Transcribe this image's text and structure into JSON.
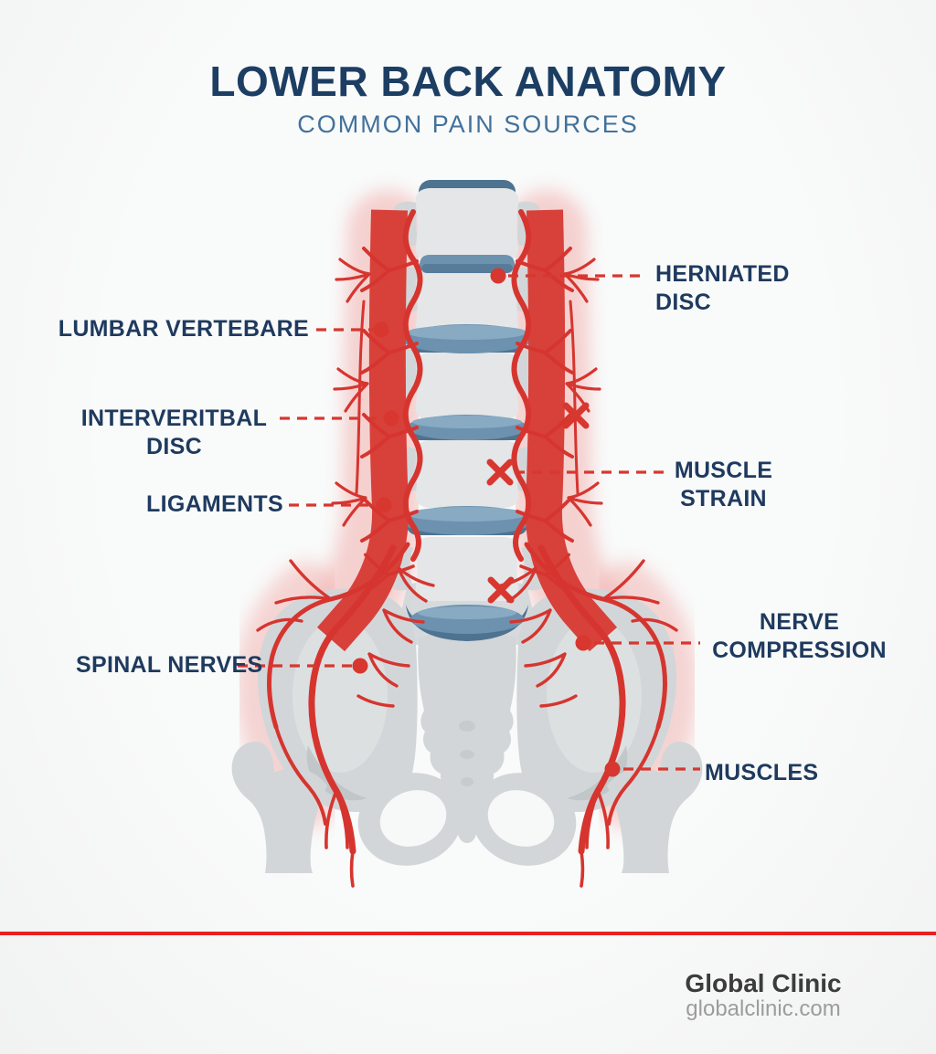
{
  "header": {
    "title": "LOWER BACK ANATOMY",
    "subtitle": "COMMON PAIN SOURCES"
  },
  "labels": {
    "lumbar_vertebrae": {
      "lines": [
        "LUMBAR VERTEBARE"
      ]
    },
    "intervertebral_disc": {
      "lines": [
        "INTERVERITBAL",
        "DISC"
      ]
    },
    "ligaments": {
      "lines": [
        "LIGAMENTS"
      ]
    },
    "spinal_nerves": {
      "lines": [
        "SPINAL NERVES"
      ]
    },
    "herniated_disc": {
      "lines": [
        "HERNIATED",
        "DISC"
      ]
    },
    "muscle_strain": {
      "lines": [
        "MUSCLE",
        "STRAIN"
      ]
    },
    "nerve_compression": {
      "lines": [
        "NERVE",
        "COMPRESSION"
      ]
    },
    "muscles": {
      "lines": [
        "MUSCLES"
      ]
    }
  },
  "footer": {
    "brand": "Global Clinic",
    "website": "globalclinic.com"
  },
  "colors": {
    "background": "#f6f7f7",
    "title_navy": "#1d3e63",
    "subtitle_blue": "#42719b",
    "label_navy": "#1e3a5e",
    "red_primary": "#d6352f",
    "red_band": "#d8403a",
    "red_marker": "#d7372f",
    "red_halo": "#f0a7a4",
    "footer_line": "#e8211f",
    "bone_light": "#e4e6e7",
    "bone_mid": "#d2d6d8",
    "bone_dark": "#bdc3c6",
    "disc_main": "#6d92b0",
    "disc_dark": "#4e7391",
    "disc_light": "#88aac3",
    "footer_brand": "#3c3c3c",
    "footer_site": "#9c9c9c"
  }
}
